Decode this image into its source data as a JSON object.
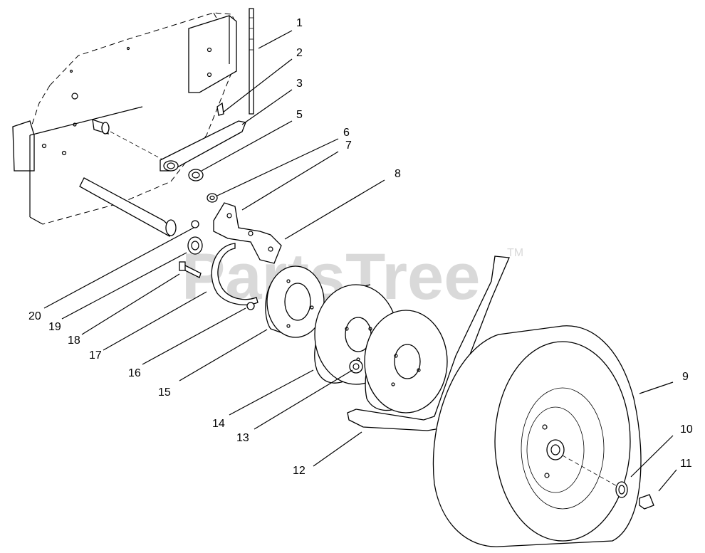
{
  "watermark": {
    "text": "PartsTree",
    "trademark": "TM"
  },
  "callouts": [
    {
      "id": "1",
      "label": "1"
    },
    {
      "id": "2",
      "label": "2"
    },
    {
      "id": "3",
      "label": "3"
    },
    {
      "id": "5",
      "label": "5"
    },
    {
      "id": "6",
      "label": "6"
    },
    {
      "id": "7",
      "label": "7"
    },
    {
      "id": "8",
      "label": "8"
    },
    {
      "id": "9",
      "label": "9"
    },
    {
      "id": "10",
      "label": "10"
    },
    {
      "id": "11",
      "label": "11"
    },
    {
      "id": "12",
      "label": "12"
    },
    {
      "id": "13",
      "label": "13"
    },
    {
      "id": "14",
      "label": "14"
    },
    {
      "id": "15",
      "label": "15"
    },
    {
      "id": "16",
      "label": "16"
    },
    {
      "id": "17",
      "label": "17"
    },
    {
      "id": "18",
      "label": "18"
    },
    {
      "id": "19",
      "label": "19"
    },
    {
      "id": "20",
      "label": "20"
    }
  ]
}
